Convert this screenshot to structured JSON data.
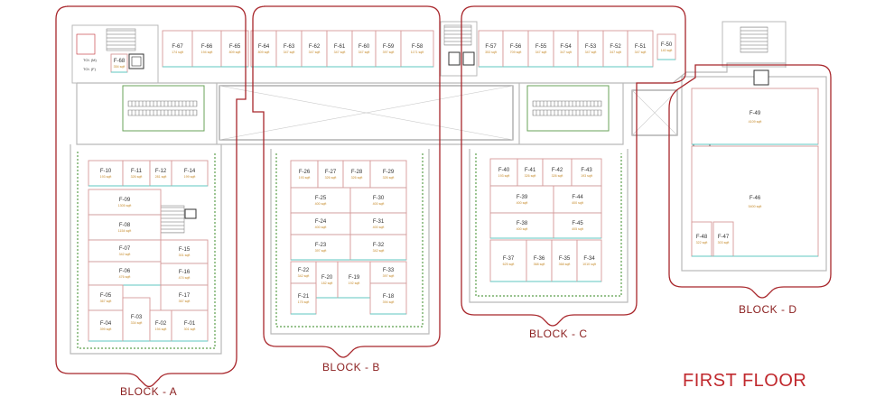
{
  "title": "FIRST FLOOR",
  "colors": {
    "block_outline": "#a8262b",
    "wall": "#b9b9b9",
    "partition": "#d79a9a",
    "shop_frontage": "#5fc7c2",
    "garden_edge": "#5c9f4c",
    "area_text": "#c58a2a",
    "title": "#c0282d"
  },
  "blocks": [
    {
      "label": "BLOCK - A"
    },
    {
      "label": "BLOCK - B"
    },
    {
      "label": "BLOCK - C"
    },
    {
      "label": "BLOCK - D"
    }
  ],
  "service_labels": {
    "toilet_m": "TOI. (M)",
    "toilet_f": "TOI. (F)"
  },
  "units": {
    "F-01": {
      "name": "F-01",
      "area": "301 sqft"
    },
    "F-02": {
      "name": "F-02",
      "area": "194 sqft"
    },
    "F-03": {
      "name": "F-03",
      "area": "334 sqft"
    },
    "F-04": {
      "name": "F-04",
      "area": "399 sqft"
    },
    "F-05": {
      "name": "F-05",
      "area": "367 sqft"
    },
    "F-06": {
      "name": "F-06",
      "area": "476 sqft"
    },
    "F-07": {
      "name": "F-07",
      "area": "342 sqft"
    },
    "F-08": {
      "name": "F-08",
      "area": "1154 sqft"
    },
    "F-09": {
      "name": "F-09",
      "area": "1305 sqft"
    },
    "F-10": {
      "name": "F-10",
      "area": "193 sqft"
    },
    "F-11": {
      "name": "F-11",
      "area": "326 sqft"
    },
    "F-12": {
      "name": "F-12",
      "area": "281 sqft"
    },
    "F-14": {
      "name": "F-14",
      "area": "199 sqft"
    },
    "F-15": {
      "name": "F-15",
      "area": "301 sqft"
    },
    "F-16": {
      "name": "F-16",
      "area": "474 sqft"
    },
    "F-17": {
      "name": "F-17",
      "area": "367 sqft"
    },
    "F-18": {
      "name": "F-18",
      "area": "394 sqft"
    },
    "F-19": {
      "name": "F-19",
      "area": "192 sqft"
    },
    "F-20": {
      "name": "F-20",
      "area": "182 sqft"
    },
    "F-21": {
      "name": "F-21",
      "area": "175 sqft"
    },
    "F-22": {
      "name": "F-22",
      "area": "342 sqft"
    },
    "F-23": {
      "name": "F-23",
      "area": "397 sqft"
    },
    "F-24": {
      "name": "F-24",
      "area": "400 sqft"
    },
    "F-25": {
      "name": "F-25",
      "area": "400 sqft"
    },
    "F-26": {
      "name": "F-26",
      "area": "193 sqft"
    },
    "F-27": {
      "name": "F-27",
      "area": "326 sqft"
    },
    "F-28": {
      "name": "F-28",
      "area": "326 sqft"
    },
    "F-29": {
      "name": "F-29",
      "area": "326 sqft"
    },
    "F-30": {
      "name": "F-30",
      "area": "400 sqft"
    },
    "F-31": {
      "name": "F-31",
      "area": "400 sqft"
    },
    "F-32": {
      "name": "F-32",
      "area": "342 sqft"
    },
    "F-33": {
      "name": "F-33",
      "area": "397 sqft"
    },
    "F-34": {
      "name": "F-34",
      "area": "1010 sqft"
    },
    "F-35": {
      "name": "F-35",
      "area": "368 sqft"
    },
    "F-36": {
      "name": "F-36",
      "area": "368 sqft"
    },
    "F-37": {
      "name": "F-37",
      "area": "625 sqft"
    },
    "F-38": {
      "name": "F-38",
      "area": "400 sqft"
    },
    "F-39": {
      "name": "F-39",
      "area": "400 sqft"
    },
    "F-40": {
      "name": "F-40",
      "area": "193 sqft"
    },
    "F-41": {
      "name": "F-41",
      "area": "326 sqft"
    },
    "F-42": {
      "name": "F-42",
      "area": "326 sqft"
    },
    "F-43": {
      "name": "F-43",
      "area": "193 sqft"
    },
    "F-44": {
      "name": "F-44",
      "area": "400 sqft"
    },
    "F-45": {
      "name": "F-45",
      "area": "405 sqft"
    },
    "F-46": {
      "name": "F-46",
      "area": "5400 sqft"
    },
    "F-47": {
      "name": "F-47",
      "area": "303 sqft"
    },
    "F-48": {
      "name": "F-48",
      "area": "322 sqft"
    },
    "F-49": {
      "name": "F-49",
      "area": "4109 sqft"
    },
    "F-50": {
      "name": "F-50",
      "area": "140 sqft"
    },
    "F-51": {
      "name": "F-51",
      "area": "347 sqft"
    },
    "F-52": {
      "name": "F-52",
      "area": "347 sqft"
    },
    "F-53": {
      "name": "F-53",
      "area": "347 sqft"
    },
    "F-54": {
      "name": "F-54",
      "area": "347 sqft"
    },
    "F-55": {
      "name": "F-55",
      "area": "347 sqft"
    },
    "F-56": {
      "name": "F-56",
      "area": "709 sqft"
    },
    "F-57": {
      "name": "F-57",
      "area": "353 sqft"
    },
    "F-58": {
      "name": "F-58",
      "area": "1171 sqft"
    },
    "F-59": {
      "name": "F-59",
      "area": "397 sqft"
    },
    "F-60": {
      "name": "F-60",
      "area": "347 sqft"
    },
    "F-61": {
      "name": "F-61",
      "area": "347 sqft"
    },
    "F-62": {
      "name": "F-62",
      "area": "347 sqft"
    },
    "F-63": {
      "name": "F-63",
      "area": "347 sqft"
    },
    "F-64": {
      "name": "F-64",
      "area": "809 sqft"
    },
    "F-65": {
      "name": "F-65",
      "area": "809 sqft"
    },
    "F-66": {
      "name": "F-66",
      "area": "194 sqft"
    },
    "F-67": {
      "name": "F-67",
      "area": "174 sqft"
    },
    "F-68": {
      "name": "F-68",
      "area": "354 sqft"
    }
  }
}
